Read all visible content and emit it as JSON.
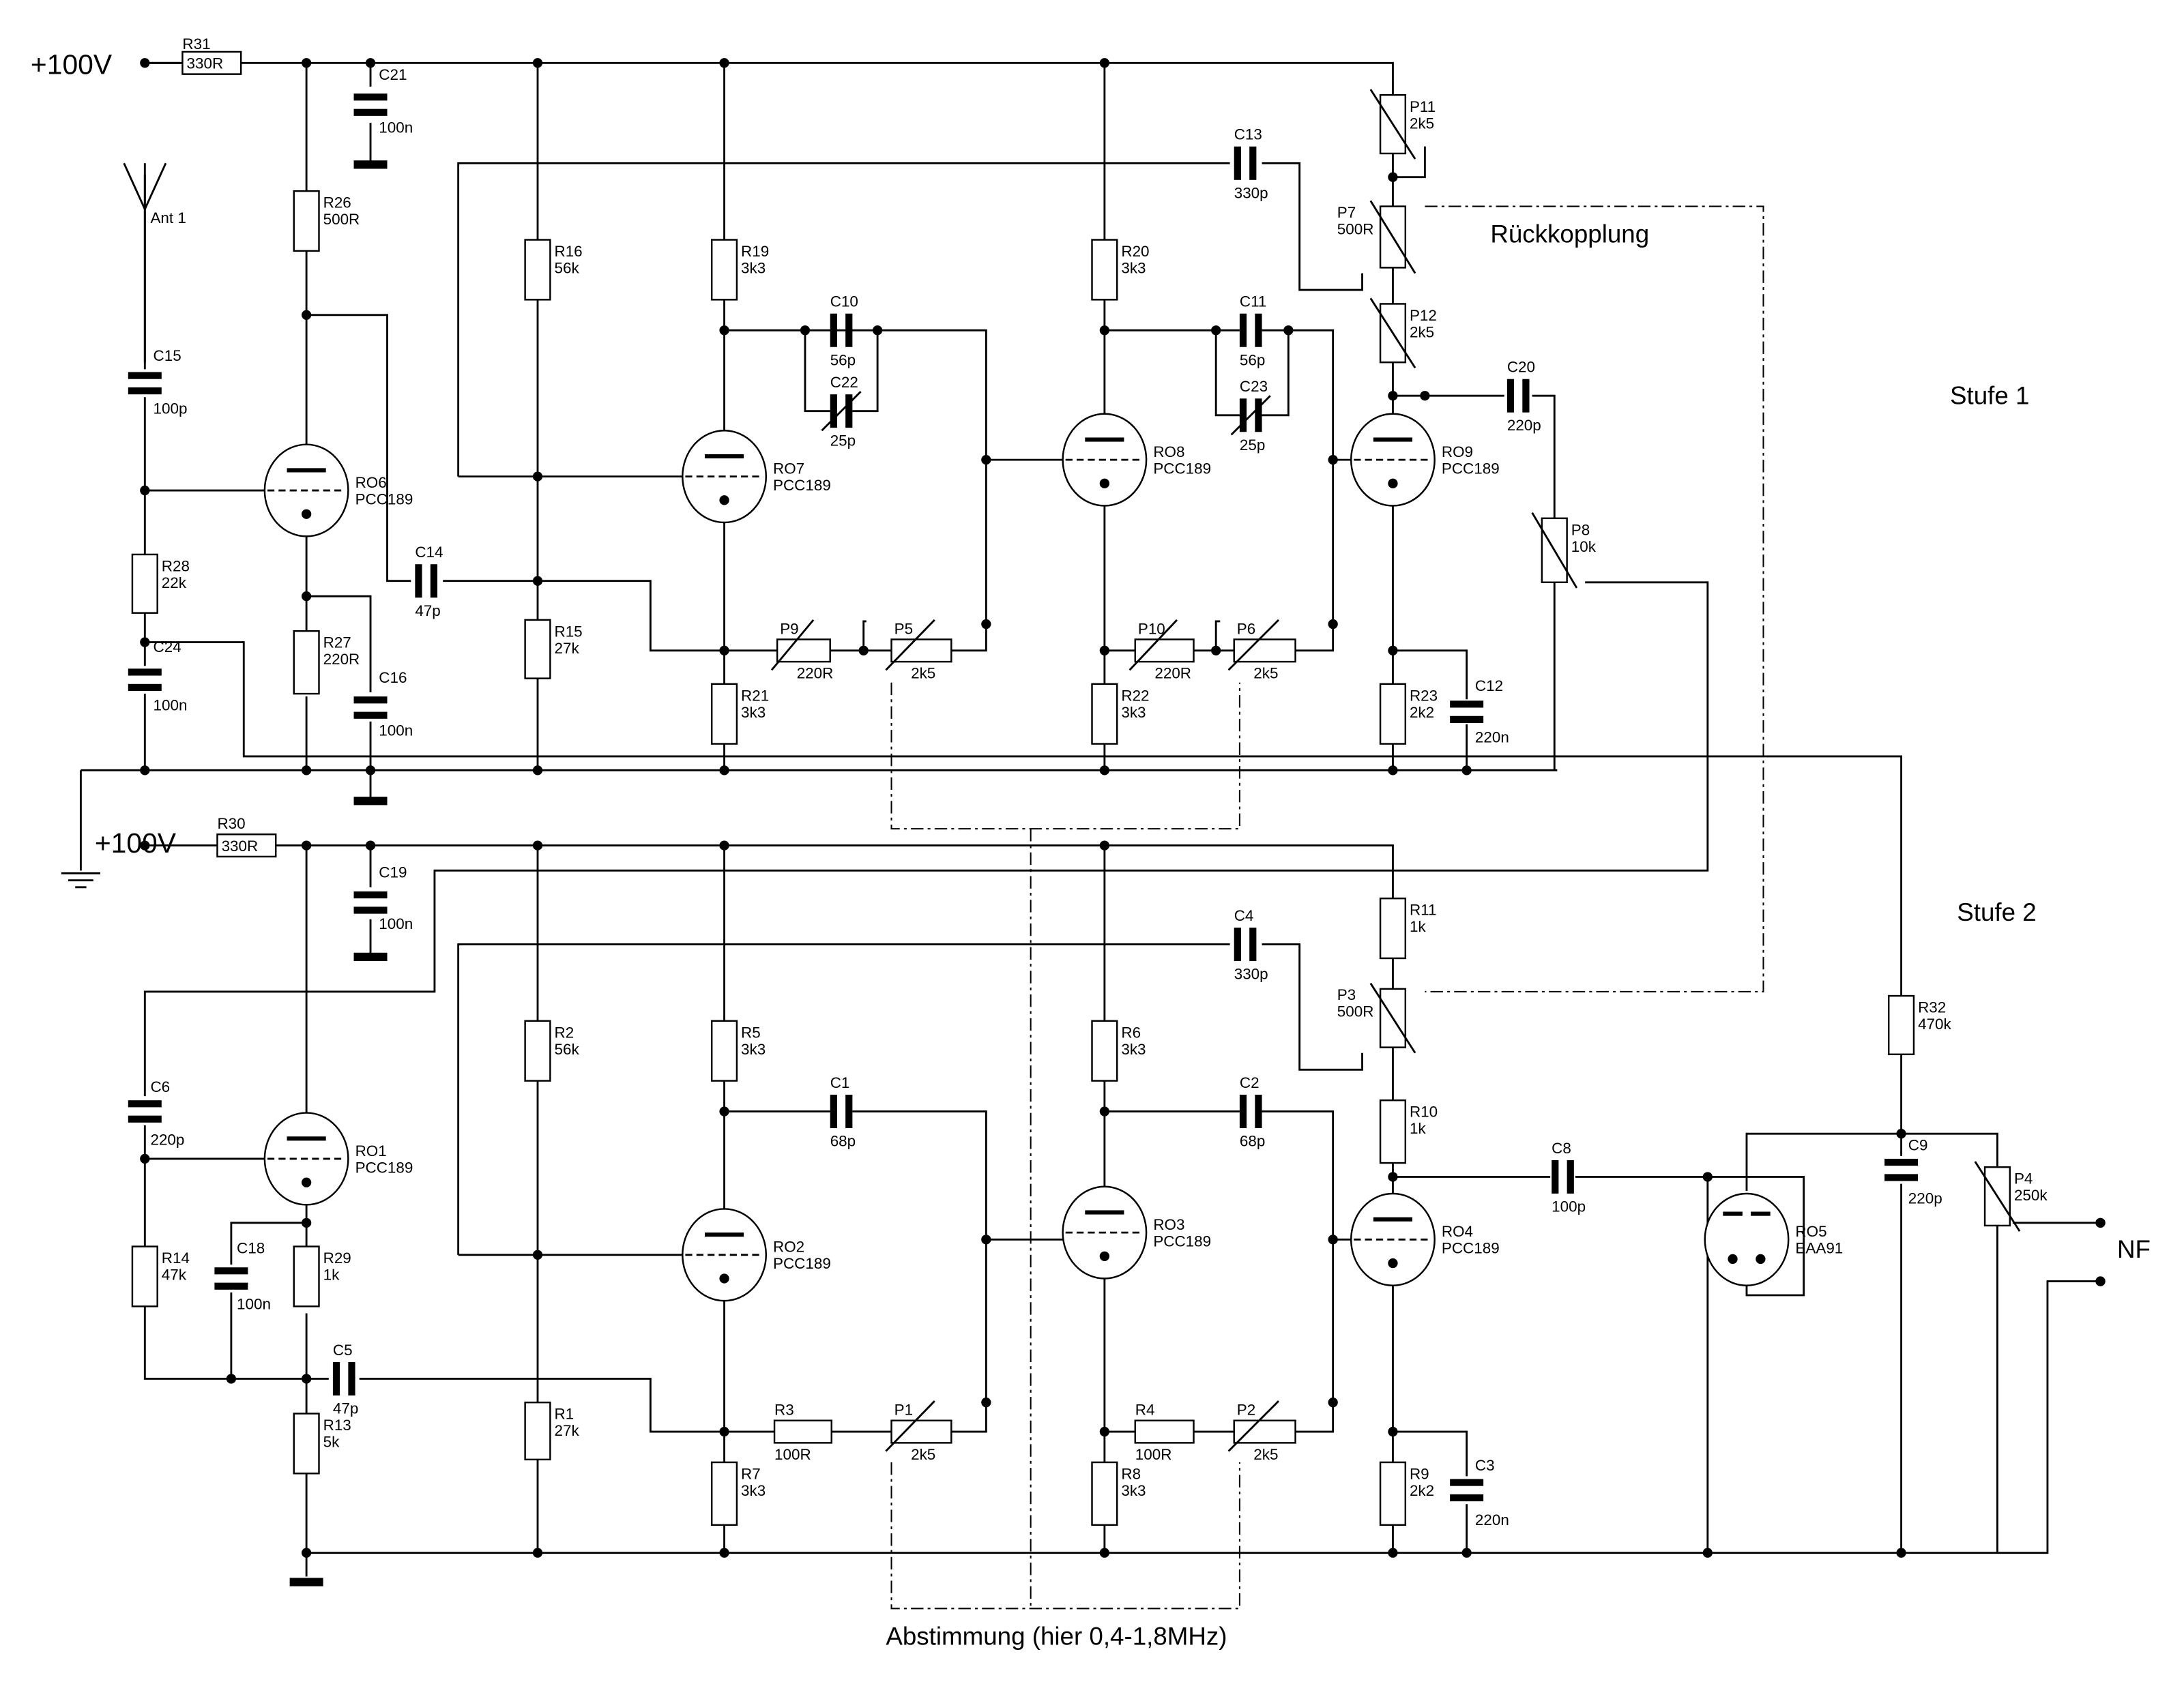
{
  "diagram": {
    "title_notes": {
      "feedback": "Rückkopplung",
      "tuning": "Abstimmung (hier 0,4-1,8MHz)",
      "stage1": "Stufe 1",
      "stage2": "Stufe 2",
      "output": "NF",
      "supply1": "+100V",
      "supply2": "+100V",
      "antenna": "Ant 1"
    },
    "resistors": [
      {
        "id": "R31",
        "value": "330R"
      },
      {
        "id": "R26",
        "value": "500R"
      },
      {
        "id": "R28",
        "value": "22k"
      },
      {
        "id": "R27",
        "value": "220R"
      },
      {
        "id": "R16",
        "value": "56k"
      },
      {
        "id": "R15",
        "value": "27k"
      },
      {
        "id": "R19",
        "value": "3k3"
      },
      {
        "id": "R21",
        "value": "3k3"
      },
      {
        "id": "R20",
        "value": "3k3"
      },
      {
        "id": "R22",
        "value": "3k3"
      },
      {
        "id": "R23",
        "value": "2k2"
      },
      {
        "id": "R30",
        "value": "330R"
      },
      {
        "id": "R14",
        "value": "47k"
      },
      {
        "id": "R29",
        "value": "1k"
      },
      {
        "id": "R13",
        "value": "5k"
      },
      {
        "id": "R2",
        "value": "56k"
      },
      {
        "id": "R1",
        "value": "27k"
      },
      {
        "id": "R5",
        "value": "3k3"
      },
      {
        "id": "R7",
        "value": "3k3"
      },
      {
        "id": "R3",
        "value": "100R"
      },
      {
        "id": "R6",
        "value": "3k3"
      },
      {
        "id": "R8",
        "value": "3k3"
      },
      {
        "id": "R4",
        "value": "100R"
      },
      {
        "id": "R11",
        "value": "1k"
      },
      {
        "id": "R10",
        "value": "1k"
      },
      {
        "id": "R9",
        "value": "2k2"
      },
      {
        "id": "R32",
        "value": "470k"
      }
    ],
    "potentiometers": [
      {
        "id": "P11",
        "value": "2k5"
      },
      {
        "id": "P7",
        "value": "500R"
      },
      {
        "id": "P12",
        "value": "2k5"
      },
      {
        "id": "P8",
        "value": "10k"
      },
      {
        "id": "P9",
        "value": "220R"
      },
      {
        "id": "P5",
        "value": "2k5"
      },
      {
        "id": "P10",
        "value": "220R"
      },
      {
        "id": "P6",
        "value": "2k5"
      },
      {
        "id": "P3",
        "value": "500R"
      },
      {
        "id": "P1",
        "value": "2k5"
      },
      {
        "id": "P2",
        "value": "2k5"
      },
      {
        "id": "P4",
        "value": "250k"
      }
    ],
    "capacitors": [
      {
        "id": "C21",
        "value": "100n"
      },
      {
        "id": "C15",
        "value": "100p"
      },
      {
        "id": "C24",
        "value": "100n"
      },
      {
        "id": "C16",
        "value": "100n"
      },
      {
        "id": "C14",
        "value": "47p"
      },
      {
        "id": "C13",
        "value": "330p"
      },
      {
        "id": "C10",
        "value": "56p"
      },
      {
        "id": "C22",
        "value": "25p"
      },
      {
        "id": "C11",
        "value": "56p"
      },
      {
        "id": "C23",
        "value": "25p"
      },
      {
        "id": "C20",
        "value": "220p"
      },
      {
        "id": "C12",
        "value": "220n"
      },
      {
        "id": "C19",
        "value": "100n"
      },
      {
        "id": "C6",
        "value": "220p"
      },
      {
        "id": "C18",
        "value": "100n"
      },
      {
        "id": "C5",
        "value": "47p"
      },
      {
        "id": "C4",
        "value": "330p"
      },
      {
        "id": "C1",
        "value": "68p"
      },
      {
        "id": "C2",
        "value": "68p"
      },
      {
        "id": "C8",
        "value": "100p"
      },
      {
        "id": "C3",
        "value": "220n"
      },
      {
        "id": "C9",
        "value": "220p"
      }
    ],
    "tubes": [
      {
        "id": "RO6",
        "type": "PCC189"
      },
      {
        "id": "RO7",
        "type": "PCC189"
      },
      {
        "id": "RO8",
        "type": "PCC189"
      },
      {
        "id": "RO9",
        "type": "PCC189"
      },
      {
        "id": "RO1",
        "type": "PCC189"
      },
      {
        "id": "RO2",
        "type": "PCC189"
      },
      {
        "id": "RO3",
        "type": "PCC189"
      },
      {
        "id": "RO4",
        "type": "PCC189"
      },
      {
        "id": "RO5",
        "type": "EAA91"
      }
    ]
  }
}
